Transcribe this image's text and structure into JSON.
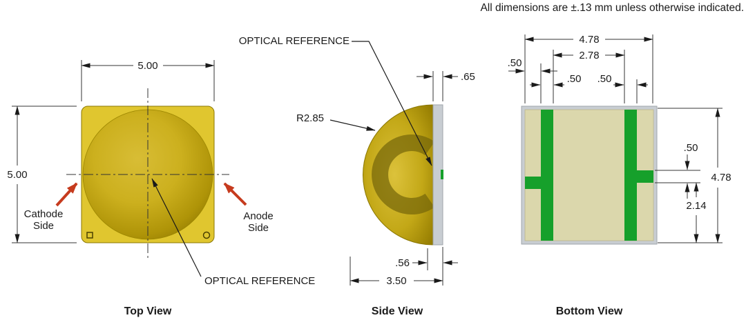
{
  "note": "All dimensions are ±.13 mm unless otherwise indicated.",
  "top_view": {
    "title": "Top View",
    "dim_width": "5.00",
    "dim_height": "5.00",
    "cathode_line1": "Cathode",
    "cathode_line2": "Side",
    "anode_line1": "Anode",
    "anode_line2": "Side",
    "optical_reference_label": "OPTICAL REFERENCE"
  },
  "side_view": {
    "title": "Side View",
    "dim_radius": "R2.85",
    "dim_substrate_thickness": ".65",
    "dim_flange": ".56",
    "dim_total_width": "3.50",
    "optical_reference_label": "OPTICAL REFERENCE"
  },
  "bottom_view": {
    "title": "Bottom View",
    "dim_outer_width": "4.78",
    "dim_pad_inner_span": "2.78",
    "dim_edge_margin": ".50",
    "dim_pad_width_left": ".50",
    "dim_pad_width_right": ".50",
    "dim_outer_height": "4.78",
    "dim_tab_height": ".50",
    "dim_tab_to_edge": "2.14"
  },
  "colors": {
    "gold_flat": "#E0C62F",
    "gold_dark": "#8A7300",
    "substrate_gray": "#C8CDD2",
    "pad_green": "#16A02B",
    "board_khaki": "#DBD7AC",
    "arrow_red": "#C63B1E"
  }
}
